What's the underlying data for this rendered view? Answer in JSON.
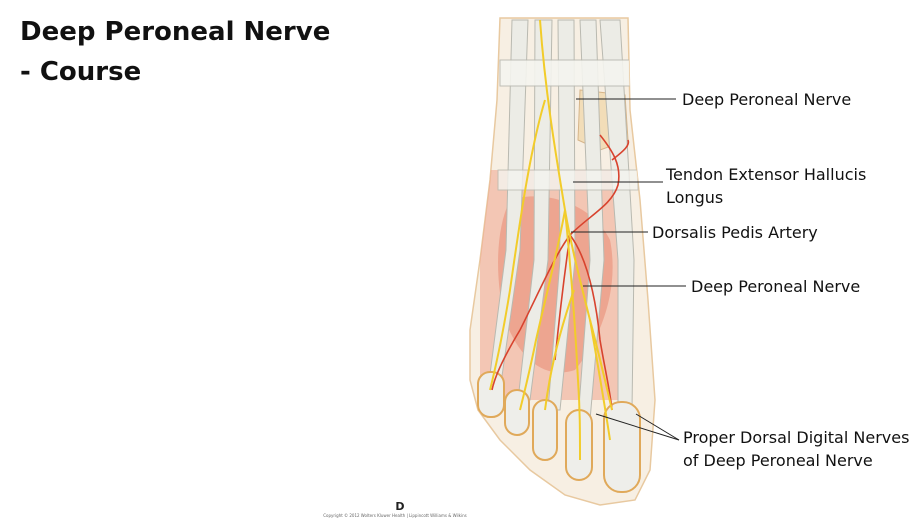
{
  "slide": {
    "title_line1": "Deep Peroneal Nerve",
    "title_line2": "- Course"
  },
  "labels": {
    "deep_peroneal_nerve_upper": "Deep Peroneal Nerve",
    "tendon_line1": "Tendon Extensor Hallucis",
    "tendon_line2": "Longus",
    "dorsalis_pedis_artery": "Dorsalis Pedis Artery",
    "deep_peroneal_nerve_lower": "Deep Peroneal Nerve",
    "digital_nerves_line1": "Proper Dorsal Digital Nerves",
    "digital_nerves_line2": "of Deep Peroneal Nerve"
  },
  "figure": {
    "panel_letter": "D",
    "copyright": "Copyright © 2012 Wolters Kluwer Health | Lippincott Williams & Wilkins"
  },
  "colors": {
    "nerve": "#f2cc2a",
    "artery": "#d8432e",
    "muscle": "#f0a48e",
    "tendon": "#ecece6",
    "bone": "#f2ddb8"
  }
}
